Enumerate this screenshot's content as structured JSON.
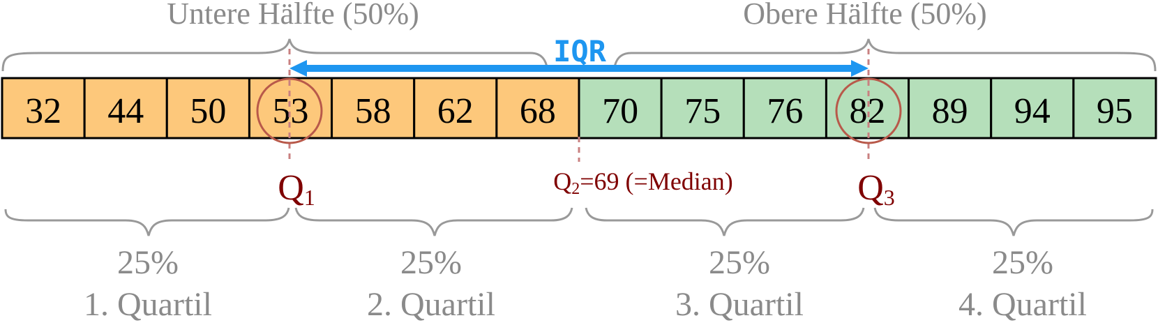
{
  "values": [
    32,
    44,
    50,
    53,
    58,
    62,
    68,
    70,
    75,
    76,
    82,
    89,
    94,
    95
  ],
  "lower_half_label": "Untere Hälfte (50%)",
  "upper_half_label": "Obere Hälfte (50%)",
  "iqr_label": "IQR",
  "q1": {
    "letter": "Q",
    "sub": "1",
    "index": 3
  },
  "q3": {
    "letter": "Q",
    "sub": "3",
    "index": 10
  },
  "q2": {
    "pre": "Q",
    "sub": "2",
    "post": "=69 (=Median)"
  },
  "quartiles": [
    {
      "percent": "25%",
      "name": "1. Quartil"
    },
    {
      "percent": "25%",
      "name": "2. Quartil"
    },
    {
      "percent": "25%",
      "name": "3. Quartil"
    },
    {
      "percent": "25%",
      "name": "4. Quartil"
    }
  ],
  "colors": {
    "lower": "#fdc87b",
    "upper": "#b5dfba",
    "iqr": "#1e96f0",
    "quartile_text": "#7f0000",
    "circle": "#b8594a",
    "dashed": "#c98080",
    "brace": "#999999"
  }
}
